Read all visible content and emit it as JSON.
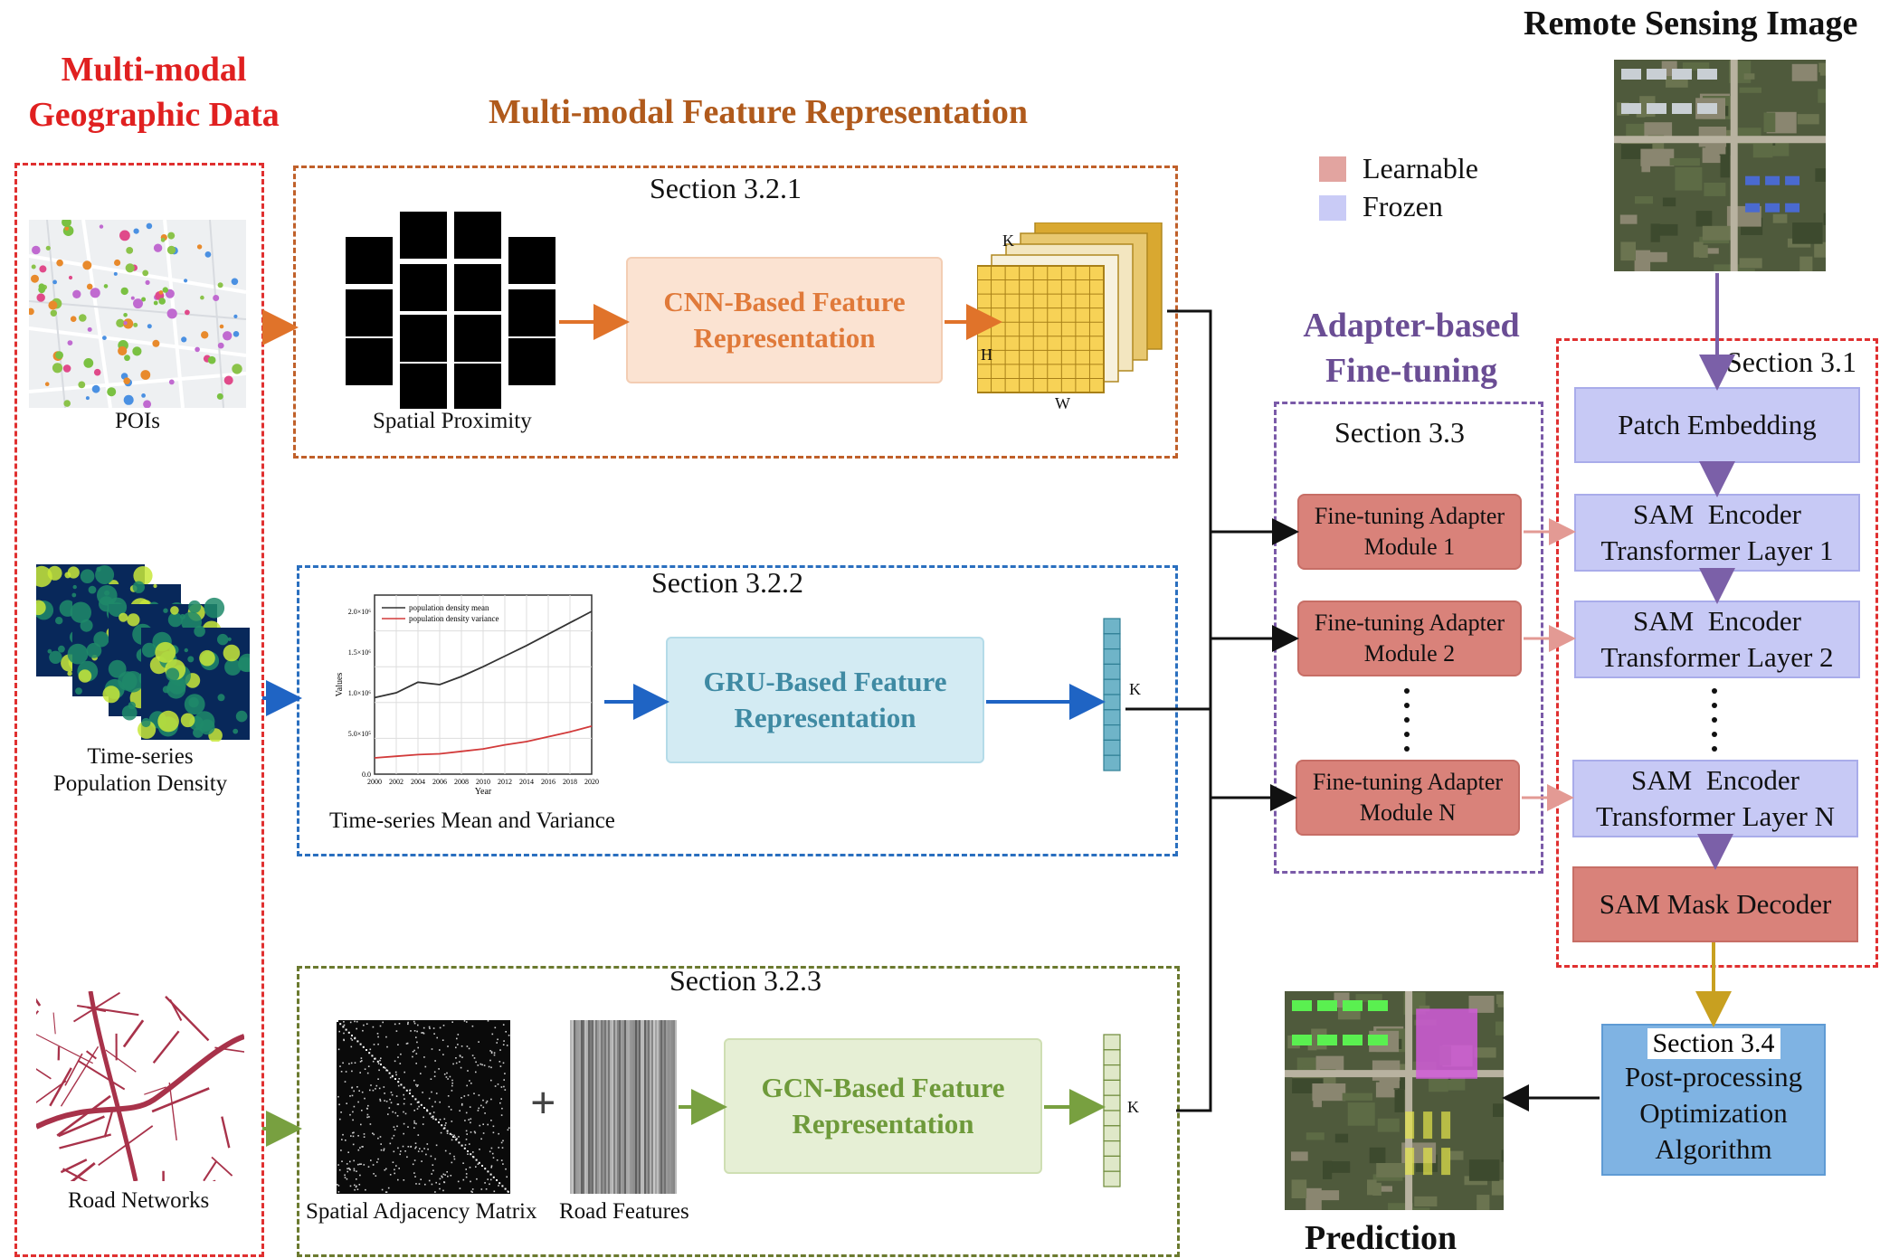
{
  "titles": {
    "geo": "Multi-modal\nGeographic Data",
    "feature": "Multi-modal Feature Representation",
    "adapter": "Adapter-based\nFine-tuning",
    "remote": "Remote Sensing Image",
    "prediction": "Prediction"
  },
  "legend": [
    {
      "label": "Learnable",
      "color": "#e2a4a0"
    },
    {
      "label": "Frozen",
      "color": "#c9cbf6"
    }
  ],
  "inputs": {
    "pois": "POIs",
    "population": "Time-series\nPopulation Density",
    "roads": "Road Networks"
  },
  "section321": {
    "label": "Section 3.2.1",
    "caption": "Spatial Proximity",
    "block": "CNN-Based Feature\nRepresentation",
    "dims": {
      "k": "K",
      "h": "H",
      "w": "W"
    }
  },
  "section322": {
    "label": "Section 3.2.2",
    "caption": "Time-series Mean and Variance",
    "block": "GRU-Based Feature\nRepresentation",
    "dim": "K",
    "plot": {
      "legend_mean": "population density mean",
      "legend_var": "population density variance",
      "ylabel": "Values",
      "xlabel": "Year",
      "yticks": [
        "0.0",
        "5.0×10⁵",
        "1.0×10⁶",
        "1.5×10⁶",
        "2.0×10⁶"
      ],
      "xticks": [
        "2000",
        "2002",
        "2004",
        "2006",
        "2008",
        "2010",
        "2012",
        "2014",
        "2016",
        "2018",
        "2020"
      ]
    }
  },
  "section323": {
    "label": "Section 3.2.3",
    "caption_matrix": "Spatial Adjacency Matrix",
    "caption_features": "Road Features",
    "plus": "+",
    "block": "GCN-Based Feature\nRepresentation",
    "dim": "K"
  },
  "section33": {
    "label": "Section 3.3",
    "modules": [
      "Fine-tuning Adapter\nModule 1",
      "Fine-tuning Adapter\nModule 2",
      "Fine-tuning Adapter\nModule N"
    ]
  },
  "section31": {
    "label": "Section 3.1",
    "patch": "Patch Embedding",
    "layers": [
      "SAM  Encoder\nTransformer Layer 1",
      "SAM  Encoder\nTransformer Layer 2",
      "SAM  Encoder\nTransformer Layer N"
    ],
    "decoder": "SAM  Mask Decoder"
  },
  "section34": {
    "label": "Section 3.4",
    "text": "Post-processing\nOptimization\nAlgorithm"
  },
  "colors": {
    "red": "#e03030",
    "orange": "#c0602a",
    "blue": "#2a6fbf",
    "olive": "#6b7a2f",
    "purple": "#7a5aa8",
    "cnn_block": "#fbe3d2",
    "cnn_text": "#e07a3a",
    "gru_block": "#d3ebf3",
    "gru_text": "#3f8aa3",
    "gcn_block": "#e6efd5",
    "gcn_text": "#6e9a3a",
    "sec34": "#7fb3e3"
  }
}
